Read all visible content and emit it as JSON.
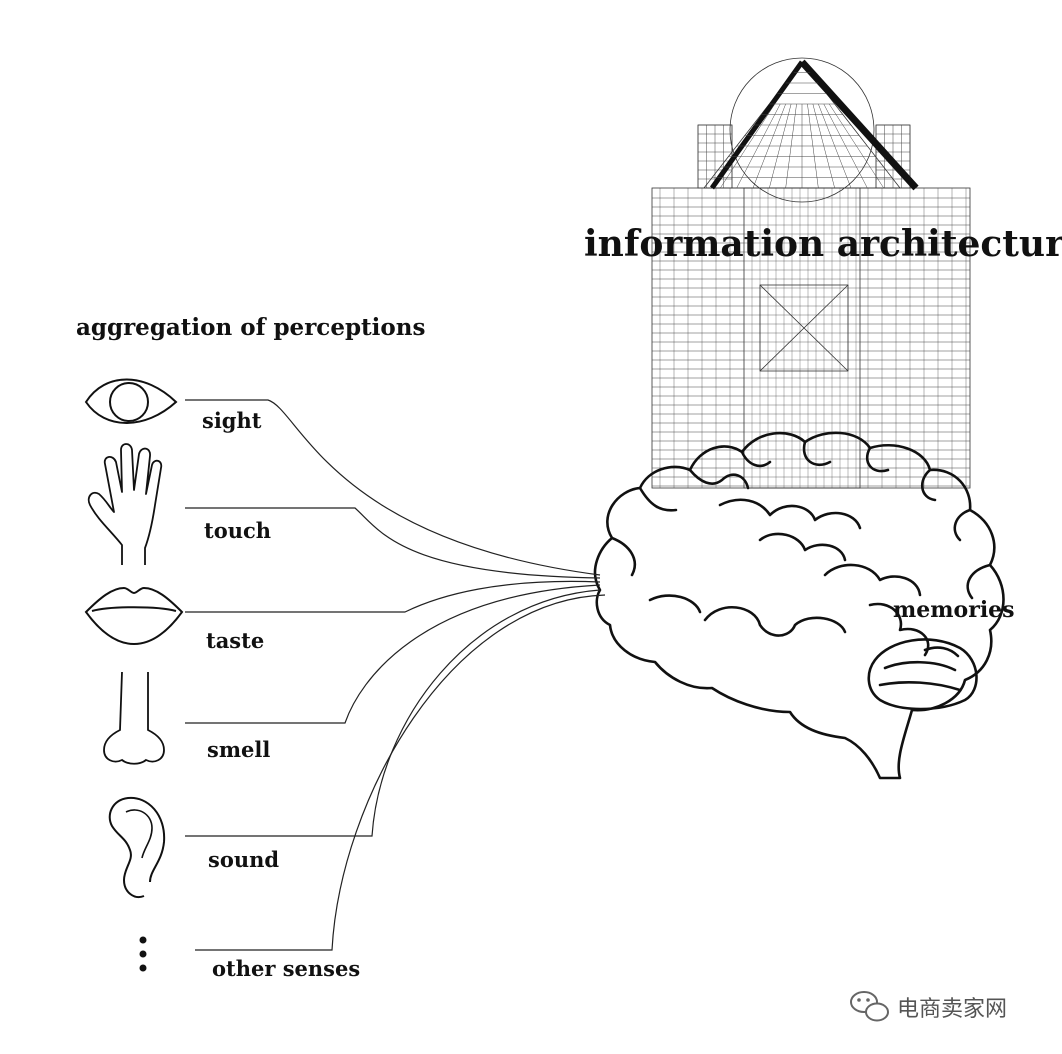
{
  "heading": "aggregation of perceptions",
  "center_label": "information architecture",
  "memories_label": "memories",
  "senses": [
    {
      "label": "sight",
      "icon": "eye-icon"
    },
    {
      "label": "touch",
      "icon": "hand-icon"
    },
    {
      "label": "taste",
      "icon": "lips-icon"
    },
    {
      "label": "smell",
      "icon": "nose-icon"
    },
    {
      "label": "sound",
      "icon": "ear-icon"
    },
    {
      "label": "other senses",
      "icon": "ellipsis-icon"
    }
  ],
  "watermark": "电商卖家网",
  "watermark_icon": "wechat-icon"
}
